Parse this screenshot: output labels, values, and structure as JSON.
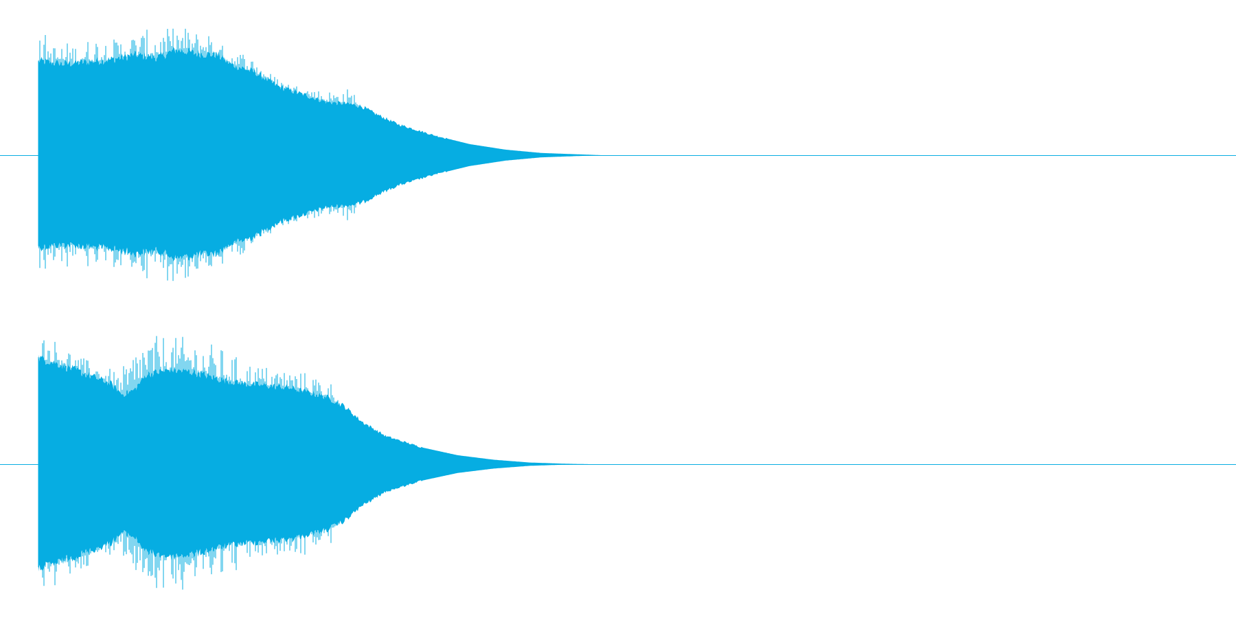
{
  "waveform": {
    "color": "#06ade2",
    "background": "#ffffff",
    "channels": [
      {
        "name": "channel-1",
        "envelope": [
          [
            0.0,
            0.85
          ],
          [
            0.02,
            0.82
          ],
          [
            0.04,
            0.84
          ],
          [
            0.06,
            0.86
          ],
          [
            0.08,
            0.9
          ],
          [
            0.1,
            0.88
          ],
          [
            0.115,
            0.95
          ],
          [
            0.13,
            0.92
          ],
          [
            0.15,
            0.9
          ],
          [
            0.16,
            0.82
          ],
          [
            0.18,
            0.75
          ],
          [
            0.2,
            0.62
          ],
          [
            0.22,
            0.55
          ],
          [
            0.24,
            0.48
          ],
          [
            0.26,
            0.46
          ],
          [
            0.27,
            0.44
          ],
          [
            0.28,
            0.38
          ],
          [
            0.3,
            0.28
          ],
          [
            0.33,
            0.18
          ],
          [
            0.36,
            0.1
          ],
          [
            0.39,
            0.05
          ],
          [
            0.42,
            0.02
          ],
          [
            0.45,
            0.008
          ],
          [
            0.47,
            0.0
          ]
        ],
        "spikes": [
          [
            0.0,
            0.9
          ],
          [
            0.006,
            0.95
          ],
          [
            0.012,
            0.86
          ],
          [
            0.02,
            0.88
          ],
          [
            0.034,
            0.87
          ],
          [
            0.048,
            0.93
          ],
          [
            0.062,
            0.9
          ],
          [
            0.076,
            0.94
          ],
          [
            0.088,
            0.96
          ],
          [
            0.096,
            1.0
          ],
          [
            0.104,
            0.97
          ],
          [
            0.11,
            0.99
          ],
          [
            0.122,
            1.0
          ],
          [
            0.13,
            0.96
          ],
          [
            0.142,
            0.98
          ],
          [
            0.15,
            0.86
          ],
          [
            0.164,
            0.84
          ],
          [
            0.176,
            0.78
          ],
          [
            0.19,
            0.66
          ],
          [
            0.205,
            0.57
          ],
          [
            0.222,
            0.53
          ],
          [
            0.24,
            0.5
          ],
          [
            0.258,
            0.52
          ],
          [
            0.268,
            0.5
          ]
        ]
      },
      {
        "name": "channel-2",
        "envelope": [
          [
            0.0,
            0.95
          ],
          [
            0.02,
            0.88
          ],
          [
            0.04,
            0.8
          ],
          [
            0.06,
            0.72
          ],
          [
            0.07,
            0.62
          ],
          [
            0.08,
            0.66
          ],
          [
            0.09,
            0.8
          ],
          [
            0.11,
            0.84
          ],
          [
            0.13,
            0.82
          ],
          [
            0.15,
            0.76
          ],
          [
            0.17,
            0.72
          ],
          [
            0.19,
            0.7
          ],
          [
            0.21,
            0.68
          ],
          [
            0.225,
            0.64
          ],
          [
            0.24,
            0.6
          ],
          [
            0.255,
            0.52
          ],
          [
            0.27,
            0.38
          ],
          [
            0.29,
            0.25
          ],
          [
            0.32,
            0.15
          ],
          [
            0.35,
            0.08
          ],
          [
            0.38,
            0.04
          ],
          [
            0.41,
            0.015
          ],
          [
            0.44,
            0.004
          ],
          [
            0.46,
            0.0
          ]
        ],
        "spikes": [
          [
            0.0,
            0.97
          ],
          [
            0.006,
            0.99
          ],
          [
            0.014,
            0.96
          ],
          [
            0.024,
            0.9
          ],
          [
            0.034,
            0.83
          ],
          [
            0.046,
            0.78
          ],
          [
            0.058,
            0.74
          ],
          [
            0.068,
            0.7
          ],
          [
            0.086,
            1.0
          ],
          [
            0.096,
            0.98
          ],
          [
            0.106,
            1.0
          ],
          [
            0.116,
            0.97
          ],
          [
            0.126,
            0.99
          ],
          [
            0.136,
            0.95
          ],
          [
            0.146,
            0.92
          ],
          [
            0.156,
            0.88
          ],
          [
            0.17,
            0.8
          ],
          [
            0.186,
            0.76
          ],
          [
            0.2,
            0.74
          ],
          [
            0.214,
            0.72
          ],
          [
            0.228,
            0.7
          ],
          [
            0.24,
            0.66
          ],
          [
            0.25,
            0.6
          ]
        ]
      }
    ]
  }
}
